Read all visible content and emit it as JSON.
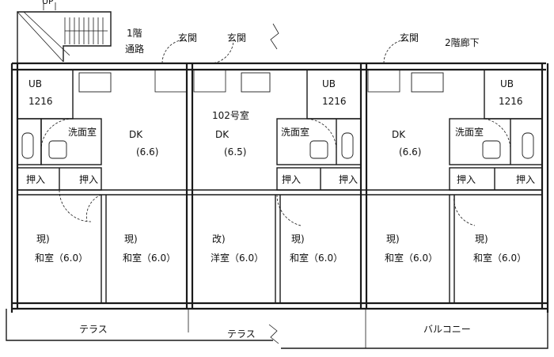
{
  "top": {
    "up_label": "UP",
    "corridor_1f_line1": "1階",
    "corridor_1f_line2": "通路",
    "corridor_2f": "2階廊下",
    "entrance_labels": [
      "玄関",
      "玄関",
      "玄関"
    ]
  },
  "units": [
    {
      "ub_label": "UB",
      "ub_size": "1216",
      "washroom": "洗面室",
      "dk_label": "DK",
      "dk_size": "(6.6)",
      "closets": [
        "押入",
        "押入"
      ],
      "room_tag": "現)",
      "room_name": "和室（6.0）"
    },
    {
      "unit_number": "102号室",
      "dk_label": "DK",
      "dk_size": "(6.5)",
      "room_tag": "現)",
      "room_name": "和室（6.0）"
    },
    {
      "ub_label": "UB",
      "ub_size": "1216",
      "washroom": "洗面室",
      "closets": [
        "押入",
        "押入"
      ],
      "room_tag": "改)",
      "room_name": "洋室（6.0）"
    },
    {
      "dk_label": "DK",
      "dk_size": "(6.6)",
      "room_tag": "現)",
      "room_name": "和室（6.0）"
    },
    {
      "ub_label": "UB",
      "ub_size": "1216",
      "washroom": "洗面室",
      "closets": [
        "押入",
        "押入"
      ],
      "room_tag": "現)",
      "room_name": "和室（6.0）"
    },
    {
      "room_tag": "現)",
      "room_name": "和室（6.0）"
    }
  ],
  "bottom": {
    "terrace_left": "テラス",
    "terrace_mid": "テラス",
    "balcony": "バルコニー"
  }
}
